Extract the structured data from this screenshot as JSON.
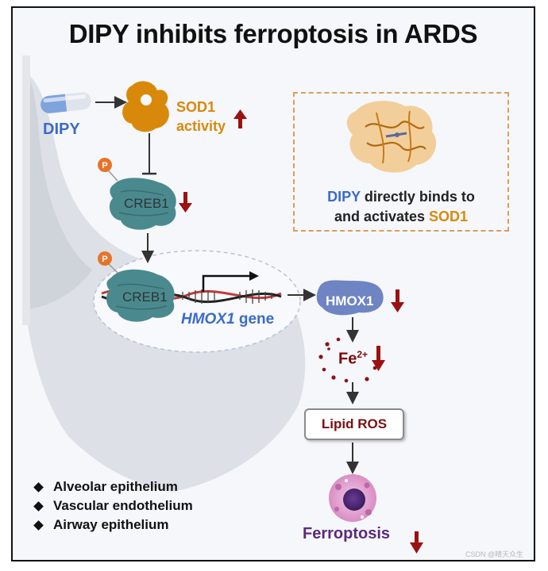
{
  "title": "DIPY inhibits ferroptosis in ARDS",
  "drug": {
    "label": "DIPY"
  },
  "sod1": {
    "line1": "SOD1",
    "line2": "activity"
  },
  "creb1": {
    "top_label": "CREB1",
    "bound_label": "CREB1"
  },
  "phospho_label": "P",
  "gene": {
    "name": "HMOX1",
    "suffix": " gene"
  },
  "hmox1": {
    "label": "HMOX1"
  },
  "iron": {
    "symbol": "Fe",
    "charge": "2+"
  },
  "lipid_ros": {
    "label": "Lipid ROS"
  },
  "outcome": {
    "label": "Ferroptosis"
  },
  "binding_panel": {
    "part1_drug": "DIPY",
    "part1_rest": " directly binds to",
    "part2_start": "and activates ",
    "part2_target": "SOD1"
  },
  "legend": {
    "items": [
      "Alveolar epithelium",
      "Vascular endothelium",
      "Airway epithelium"
    ]
  },
  "watermark": "CSDN @晴天众生",
  "colors": {
    "dipy_blue": "#3a6bc9",
    "sod1_orange": "#d9890a",
    "creb1_teal": "#4a8a8e",
    "hmox1_blue": "#6f84c2",
    "down_arrow_red": "#9b1212",
    "phospho_orange": "#e8742a",
    "ferroptosis_purple": "#5a2a7a"
  },
  "icons": [
    "capsule-icon",
    "sod1-enzyme-icon",
    "phosphate-icon",
    "creb1-protein-icon",
    "dna-icon",
    "transcription-arrow-icon",
    "hmox1-protein-icon",
    "iron-dots-icon",
    "ferroptotic-cell-icon",
    "protein-structure-icon",
    "lung-silhouette-icon"
  ]
}
